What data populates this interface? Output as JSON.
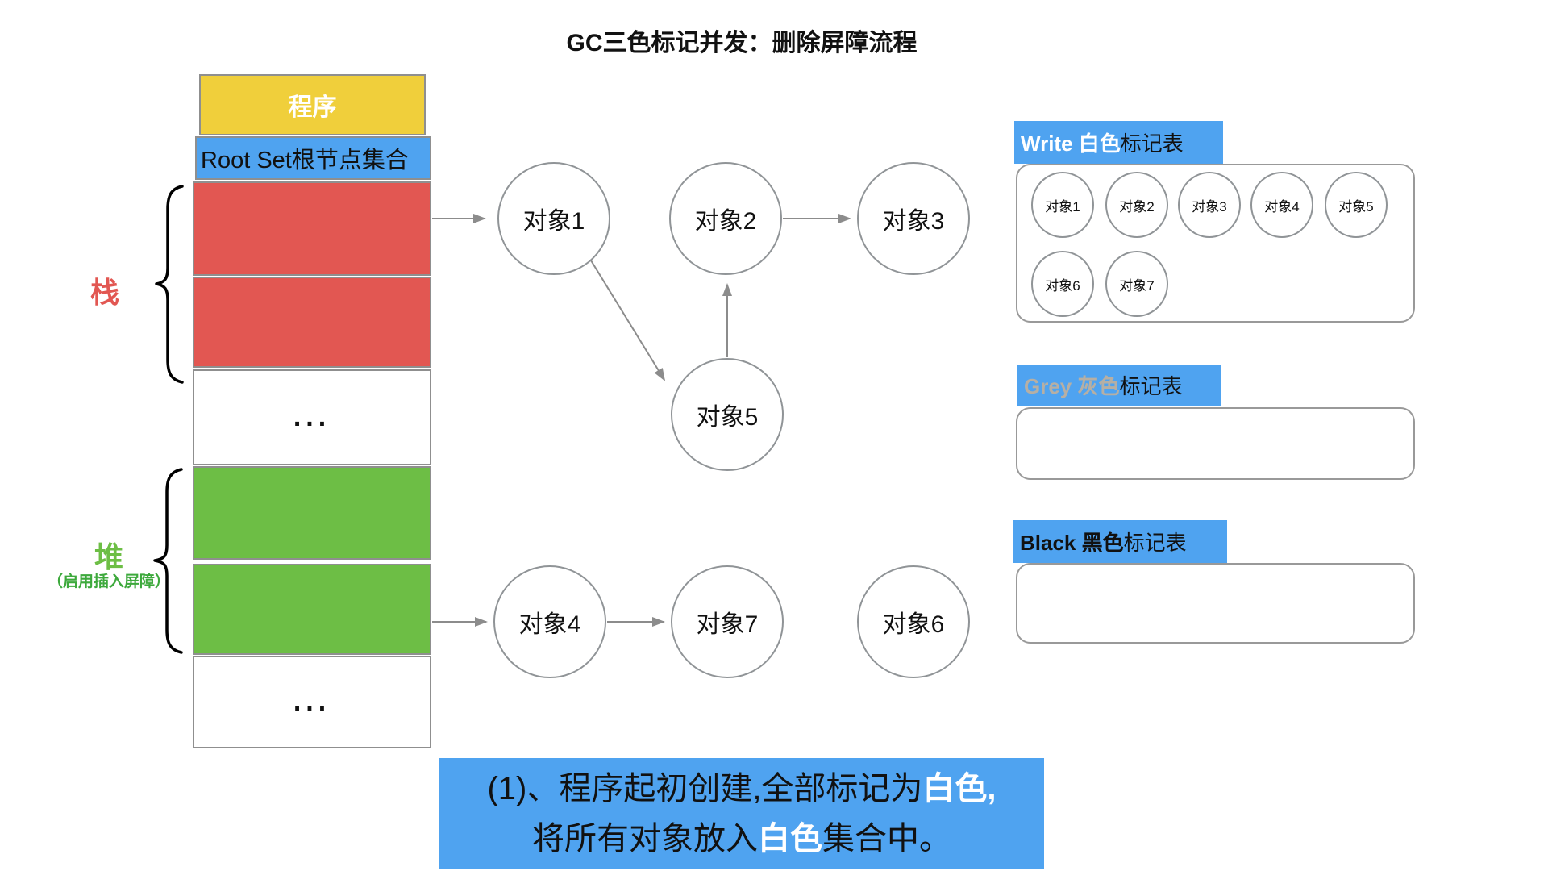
{
  "title": "GC三色标记并发：删除屏障流程",
  "memory": {
    "program": "程序",
    "root_set": "Root Set根节点集合",
    "stack_label": "栈",
    "heap_label": "堆",
    "heap_note": "（启用插入屏障）",
    "ellipsis": "..."
  },
  "graph": {
    "nodes": [
      {
        "id": "obj1",
        "label": "对象1"
      },
      {
        "id": "obj2",
        "label": "对象2"
      },
      {
        "id": "obj3",
        "label": "对象3"
      },
      {
        "id": "obj5",
        "label": "对象5"
      },
      {
        "id": "obj4",
        "label": "对象4"
      },
      {
        "id": "obj7",
        "label": "对象7"
      },
      {
        "id": "obj6",
        "label": "对象6"
      }
    ],
    "edges": [
      "root-set → 对象1",
      "对象1 → 对象5",
      "对象5 → 对象2",
      "对象2 → 对象3",
      "heap → 对象4",
      "对象4 → 对象7"
    ]
  },
  "tables": {
    "white": {
      "name": "Write 白色",
      "suffix": "标记表",
      "objects": [
        "对象1",
        "对象2",
        "对象3",
        "对象4",
        "对象5",
        "对象6",
        "对象7"
      ]
    },
    "grey": {
      "name": "Grey 灰色",
      "suffix": "标记表",
      "objects": []
    },
    "black": {
      "name": "Black 黑色",
      "suffix": "标记表",
      "objects": []
    }
  },
  "caption": {
    "line1": [
      {
        "text": "(1)、程序起初创建,全部标记为",
        "color": "black"
      },
      {
        "text": "白色,",
        "color": "white"
      }
    ],
    "line2": [
      {
        "text": "将所有对象放入",
        "color": "black"
      },
      {
        "text": "白色",
        "color": "white"
      },
      {
        "text": "集合中。",
        "color": "black"
      }
    ]
  },
  "colors": {
    "blue": "#4FA3F0",
    "yellow": "#F0CF3B",
    "red": "#E25752",
    "green": "#6DBE45",
    "grey_title_text": "#B6AFA4",
    "border_grey": "#8f8f8f",
    "arrow_grey": "#8c8c8c"
  }
}
